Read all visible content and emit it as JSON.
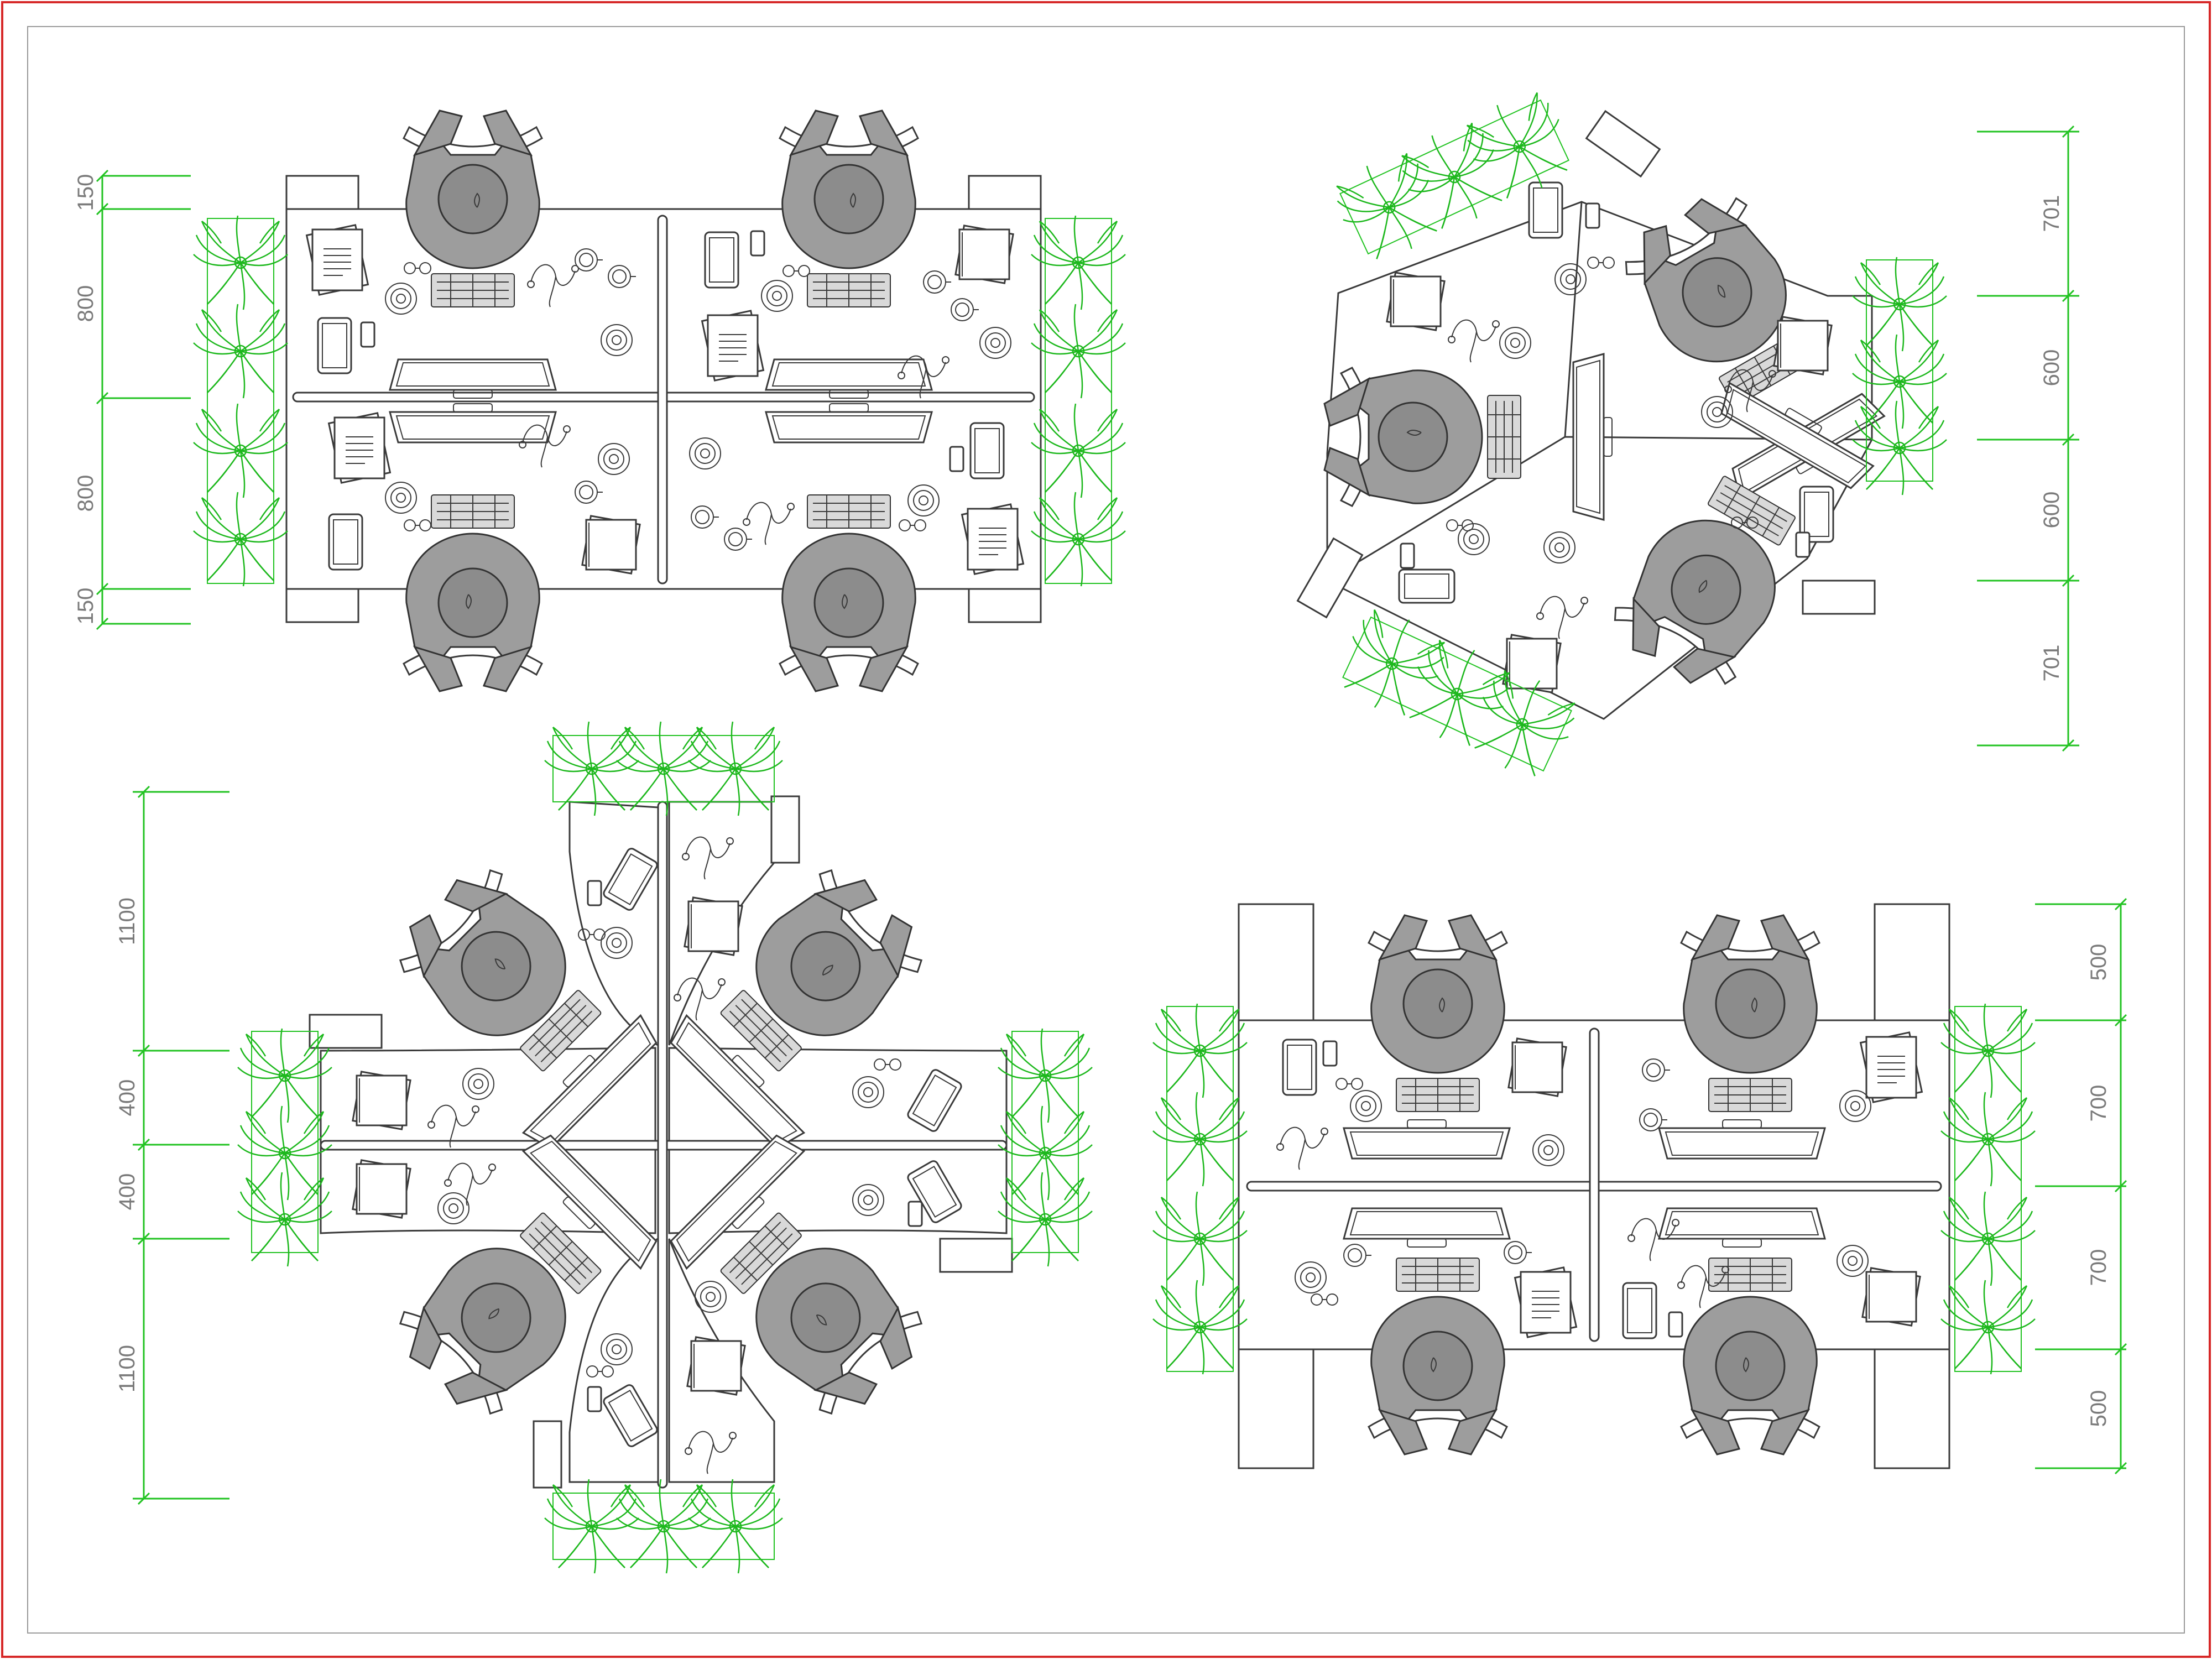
{
  "drawing": {
    "border_color": "#d62828",
    "dimension_color": "#22c322",
    "plant_color": "#1db81d",
    "person_fill": "#9d9d9d"
  },
  "dimensions": {
    "group1": [
      "150",
      "800",
      "800",
      "150"
    ],
    "group2": [
      "701",
      "600",
      "600",
      "701"
    ],
    "group3": [
      "1100",
      "400",
      "400",
      "1100"
    ],
    "group4": [
      "500",
      "700",
      "700",
      "500"
    ]
  },
  "layouts": [
    {
      "name": "four-desk-rectangular-cluster",
      "workstations": 4
    },
    {
      "name": "three-desk-y-cluster",
      "workstations": 3
    },
    {
      "name": "four-desk-cross-cluster",
      "workstations": 4
    },
    {
      "name": "four-desk-rectangular-cluster-b",
      "workstations": 4
    }
  ]
}
